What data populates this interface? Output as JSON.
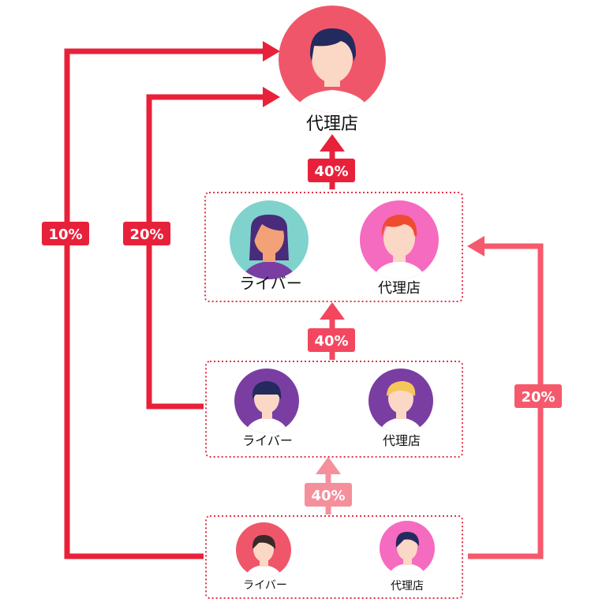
{
  "colors": {
    "red": "#e8213a",
    "mid_red": "#f2475f",
    "coral": "#f55a6c",
    "pink": "#f58f9c",
    "dot_border": "#e23347",
    "avatar_red": "#f0566a",
    "avatar_teal": "#7fd3cc",
    "avatar_pink": "#f56bc0",
    "avatar_purple": "#7a3ea3",
    "hair_navy": "#232a5e",
    "hair_orange": "#ef4b2f",
    "hair_blonde": "#f7c65a",
    "skin": "#fbd7c6",
    "skin_tan": "#f3a277",
    "shirt": "#ffffff"
  },
  "top": {
    "label": "代理店",
    "avatar_icon": "male-agent-avatar-icon"
  },
  "tiers": [
    {
      "badge": "40%",
      "left_label": "ライバー",
      "right_label": "代理店",
      "left_icon": "female-liver-avatar-icon",
      "right_icon": "male-agent-avatar-icon"
    },
    {
      "badge": "40%",
      "left_label": "ライバー",
      "right_label": "代理店",
      "left_icon": "female-liver-avatar-icon",
      "right_icon": "male-agent-avatar-icon"
    },
    {
      "badge": "40%",
      "left_label": "ライバー",
      "right_label": "代理店",
      "left_icon": "female-liver-avatar-icon",
      "right_icon": "male-agent-avatar-icon"
    }
  ],
  "side_badges": {
    "outer_left": "10%",
    "inner_left": "20%",
    "right": "20%"
  }
}
